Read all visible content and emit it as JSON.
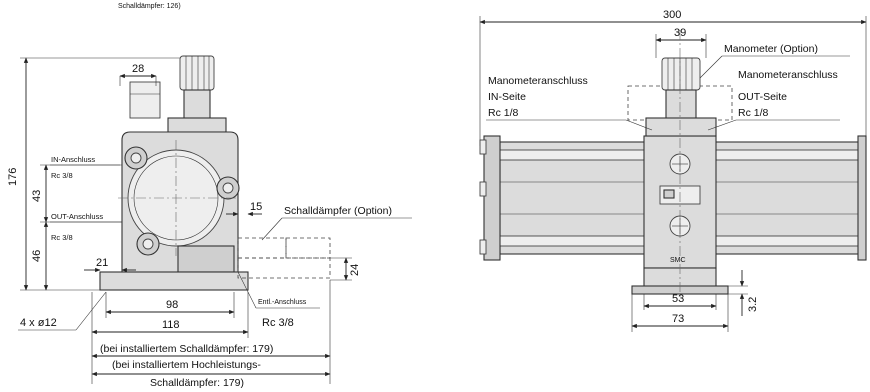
{
  "side_view": {
    "top_note": "Schalldämpfer: 126)",
    "dim_28": "28",
    "dim_176": "176",
    "dim_43": "43",
    "dim_46": "46",
    "dim_21": "21",
    "dim_15": "15",
    "dim_24": "24",
    "dim_98": "98",
    "dim_118": "118",
    "holes": "4 x ø12",
    "in_port": "IN-Anschluss",
    "in_port_size": "Rc 3/8",
    "out_port": "OUT-Anschluss",
    "out_port_size": "Rc 3/8",
    "silencer": "Schalldämpfer (Option)",
    "exhaust_port": "Entl.-Anschluss",
    "exhaust_port_size": "Rc 3/8",
    "note_line1": "(bei installiertem Schalldämpfer: 179)",
    "note_line2": "(bei installiertem Hochleistungs-",
    "note_line3": "Schalldämpfer: 179)"
  },
  "front_view": {
    "dim_300": "300",
    "dim_39": "39",
    "gauge": "Manometer (Option)",
    "gauge_port_in_1": "Manometeranschluss",
    "gauge_port_in_2": "IN-Seite",
    "gauge_port_in_3": "Rc 1/8",
    "gauge_port_out_1": "Manometeranschluss",
    "gauge_port_out_2": "OUT-Seite",
    "gauge_port_out_3": "Rc 1/8",
    "dim_53": "53",
    "dim_73": "73",
    "dim_3_2": "3.2",
    "brand": "SMC"
  }
}
